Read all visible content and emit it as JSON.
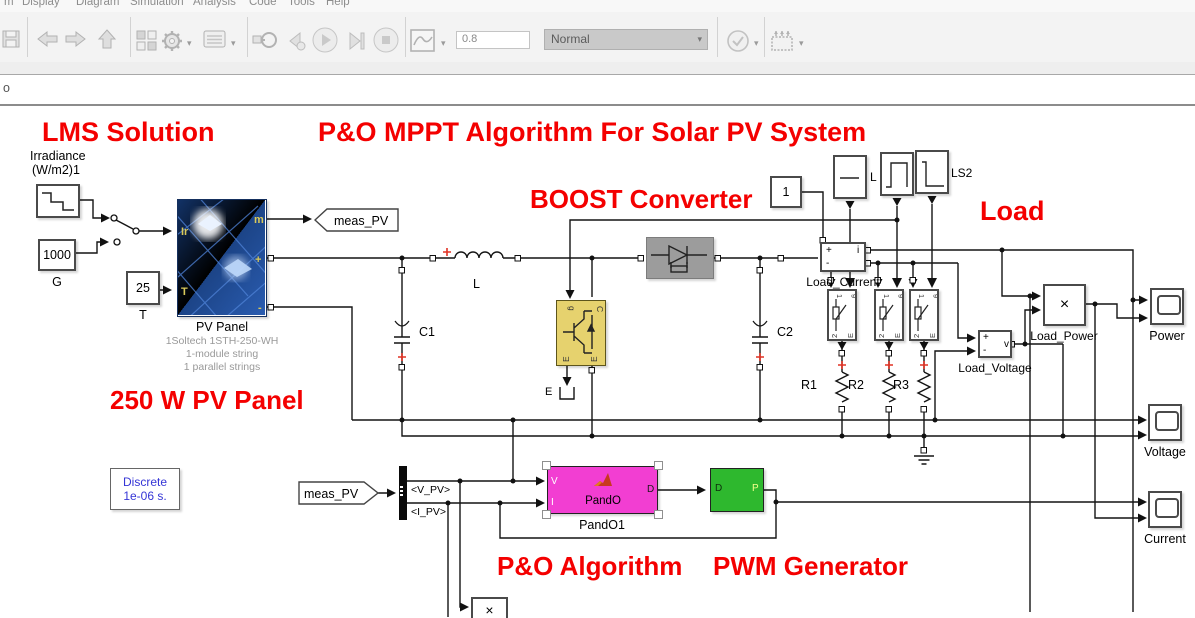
{
  "menu": {
    "items": [
      "m",
      "Display",
      "Diagram",
      "Simulation",
      "Analysis",
      "Code",
      "Tools",
      "Help"
    ]
  },
  "toolbar": {
    "sim_time": "0.8",
    "mode": "Normal"
  },
  "breadcrumb": {
    "text": "o"
  },
  "headings": {
    "lms": "LMS Solution",
    "title": "P&O MPPT Algorithm For Solar PV System",
    "boost": "BOOST Converter",
    "load": "Load",
    "pv250": "250 W PV Panel",
    "po": "P&O Algorithm",
    "pwm": "PWM Generator"
  },
  "sources": {
    "irradiance_line1": "Irradiance",
    "irradiance_line2": "(W/m2)1",
    "g_value": "1000",
    "g_label": "G",
    "t_value": "25",
    "t_label": "T",
    "one_value": "1"
  },
  "pv_panel": {
    "name": "PV Panel",
    "sub1": "1Soltech 1STH-250-WH",
    "sub2": "1-module string",
    "sub3": "1 parallel strings",
    "ports": {
      "ir": "Ir",
      "t": "T",
      "m": "m",
      "plus": "+",
      "minus": "-"
    }
  },
  "tags": {
    "meas_pv": "meas_PV"
  },
  "passives": {
    "l": "L",
    "c1": "C1",
    "c2": "C2",
    "r1": "R1",
    "r2": "R2",
    "r3": "R3"
  },
  "igbt": {
    "g": "g",
    "c": "C",
    "e1": "E",
    "e2": "E",
    "e_term": "E"
  },
  "steps": {
    "l_label": "L",
    "ls2_label": "LS2"
  },
  "breaker": {
    "p1": "1",
    "p2": "2",
    "g": "g",
    "e": "E"
  },
  "measure": {
    "load_current": "Load_Current",
    "load_voltage": "Load_Voltage",
    "load_power": "Load_Power",
    "i": "i",
    "v": "v",
    "plus": "+",
    "minus": "-",
    "times": "×"
  },
  "scopes": {
    "power": "Power",
    "voltage": "Voltage",
    "current": "Current"
  },
  "powergui": {
    "line1": "Discrete",
    "line2": "1e-06 s."
  },
  "bus": {
    "v_pv": "<V_PV>",
    "i_pv": "<I_PV>"
  },
  "pando": {
    "v": "V",
    "i": "I",
    "d": "D",
    "inner": "PandO",
    "label": "PandO1"
  },
  "pwm_gen": {
    "d": "D",
    "p": "P"
  },
  "mult": {
    "times": "×"
  },
  "colors": {
    "red_label": "#f40000",
    "pando_fill": "#f23ed2",
    "pwm_fill": "#2eb82e",
    "igbt_fill": "#e6d26e",
    "powergui_text": "#3535d6"
  }
}
